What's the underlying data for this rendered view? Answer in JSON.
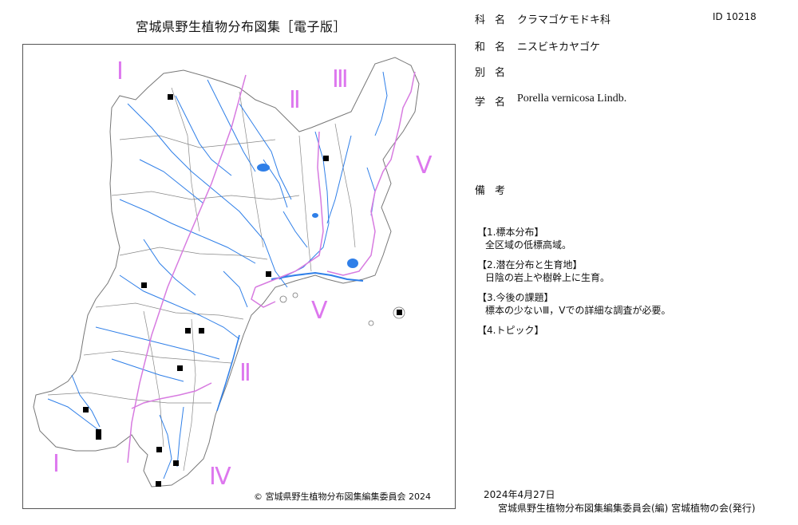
{
  "header": {
    "title": "宮城県野生植物分布図集［電子版］"
  },
  "info": {
    "family_label": "科名",
    "family_value": "クラマゴケモドキ科",
    "id_text": "ID 10218",
    "japanese_label": "和名",
    "japanese_value": "ニスビキカヤゴケ",
    "alias_label": "別名",
    "alias_value": "",
    "scientific_label": "学名",
    "scientific_value": "Porella vernicosa Lindb.",
    "remarks_label": "備考"
  },
  "notes": [
    {
      "heading": "【1.標本分布】",
      "body": "全区域の低標高域。"
    },
    {
      "heading": "【2.潜在分布と生育地】",
      "body": "日陰の岩上や樹幹上に生育。"
    },
    {
      "heading": "【3.今後の課題】",
      "body": "標本の少ないⅢ，Ⅴでの詳細な調査が必要。"
    },
    {
      "heading": "【4.トピック】",
      "body": ""
    }
  ],
  "map": {
    "region_labels": [
      "Ⅰ",
      "Ⅱ",
      "Ⅲ",
      "Ⅴ",
      "Ⅴ",
      "Ⅱ",
      "Ⅰ",
      "Ⅳ"
    ],
    "copyright": "© 宮城県野生植物分布図集編集委員会 2024",
    "colors": {
      "rivers": "#2f7fe8",
      "boundaries": "#d77be0",
      "outline": "#777777",
      "marker": "#000000",
      "label": "#dd77ee"
    }
  },
  "footer": {
    "date": "2024年4月27日",
    "publisher": "宮城県野生植物分布図集編集委員会(編) 宮城植物の会(発行)"
  }
}
